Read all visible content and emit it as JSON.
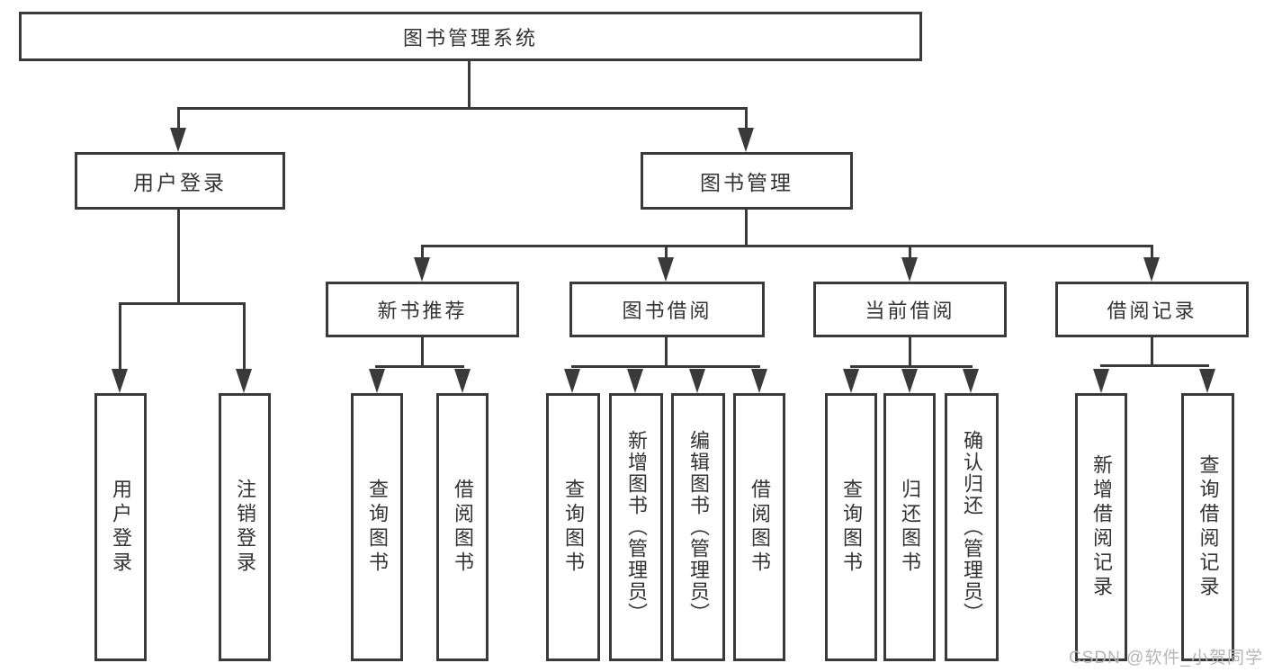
{
  "diagram": {
    "title": "图书管理系统",
    "watermark": "CSDN @软件_小贺同学",
    "colors": {
      "line": "#3a3a3a",
      "text": "#333333",
      "background": "#ffffff",
      "watermark": "#b5b5b5"
    },
    "tree": {
      "label": "图书管理系统",
      "children": [
        {
          "label": "用户登录",
          "children": [
            {
              "label": "用户登录"
            },
            {
              "label": "注销登录"
            }
          ]
        },
        {
          "label": "图书管理",
          "children": [
            {
              "label": "新书推荐",
              "children": [
                {
                  "label": "查询图书"
                },
                {
                  "label": "借阅图书"
                }
              ]
            },
            {
              "label": "图书借阅",
              "children": [
                {
                  "label": "查询图书"
                },
                {
                  "label": "新增图书（管理员）"
                },
                {
                  "label": "编辑图书（管理员）"
                },
                {
                  "label": "借阅图书"
                }
              ]
            },
            {
              "label": "当前借阅",
              "children": [
                {
                  "label": "查询图书"
                },
                {
                  "label": "归还图书"
                },
                {
                  "label": "确认归还（管理员）"
                }
              ]
            },
            {
              "label": "借阅记录",
              "children": [
                {
                  "label": "新增借阅记录"
                },
                {
                  "label": "查询借阅记录"
                }
              ]
            }
          ]
        }
      ]
    }
  }
}
